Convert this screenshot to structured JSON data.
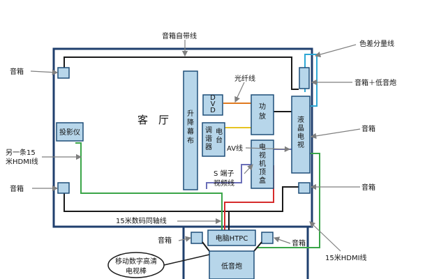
{
  "colors": {
    "box_fill": "#b7d6ea",
    "box_stroke": "#1f4e79",
    "wall": "#1f3f6e",
    "black_cable": "#1a1a1a",
    "green_cable": "#3aa548",
    "red_cable": "#d62b2b",
    "blue_cable": "#2ea7d4",
    "orange_cable": "#e07a1f",
    "yellow_cable": "#e6c422",
    "purple_cable": "#6b6fb8",
    "arrow": "#7f7f7f"
  },
  "room": {
    "name": "客　厅"
  },
  "devices": {
    "screen": "升降幕布",
    "dvd": "DVD",
    "tuner": [
      "调谐器",
      "电台"
    ],
    "amp": "功放",
    "stb": "电视机顶盒",
    "tv": "液晶电视",
    "projector": "投影仪",
    "htpc": "电脑HTPC",
    "subwoofer": "低音炮",
    "stick": "移动数字高清电视棒"
  },
  "labels": {
    "top_speaker_wire": "音箱自带线",
    "component": "色差分量线",
    "speaker_sub": "音箱＋低音炮",
    "speaker_tl": "音箱",
    "hdmi_other": "另一条15米HDMI线",
    "speaker_ml": "音箱",
    "speaker_r1": "音箱",
    "speaker_r2": "音箱",
    "fiber": "光纤线",
    "av": "AV线",
    "svideo": "S 端子视频线",
    "coax": "15米数码同轴线",
    "speaker_bl": "音箱",
    "speaker_br": "音箱",
    "hdmi_15": "15米HDMI线"
  }
}
